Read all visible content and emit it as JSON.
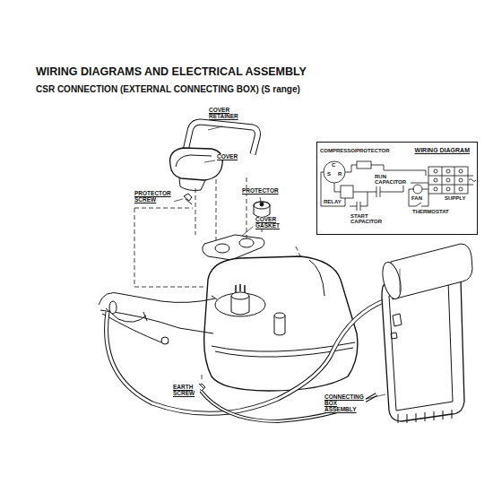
{
  "diagram": {
    "title": "WIRING DIAGRAMS AND ELECTRICAL ASSEMBLY",
    "nodes": [
      {
        "text": [
          "WIRING DIAGRAM"
        ]
      }
    ],
    "labels": [
      "CSR CONNECTION (EXTERNAL CONNECTING BOX) (S range)",
      "COVER RETAINER",
      "COVER",
      "PROTECTOR SCREW",
      "PROTECTOR",
      "COVER GASKET",
      "EARTH SCREW",
      "CONNECTING BOX ASSEMBLY",
      "COMPRESSOR",
      "PROTECTOR",
      "RUN CAPACITOR",
      "RELAY",
      "START CAPACITOR",
      "FAN",
      "SUPPLY",
      "THERMOSTAT",
      "C",
      "S",
      "R"
    ]
  }
}
